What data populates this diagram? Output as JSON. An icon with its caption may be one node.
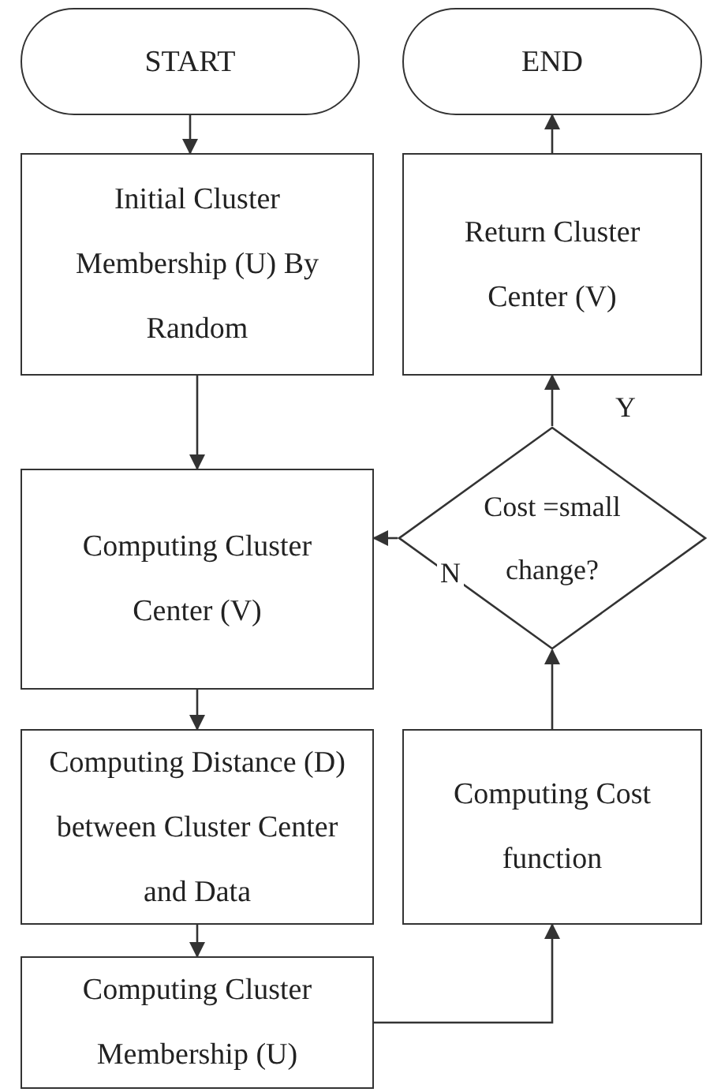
{
  "diagram": {
    "nodes": [
      {
        "text": [
          "START"
        ]
      },
      {
        "text": [
          "Initial Cluster Membership (U) By Random"
        ]
      },
      {
        "text": [
          "Computing Cluster Center (V)"
        ]
      },
      {
        "text": [
          "Computing Distance (D) between Cluster Center and Data"
        ]
      },
      {
        "text": [
          "Computing Cluster Membership (U)"
        ]
      },
      {
        "text": [
          "Computing Cost function"
        ]
      },
      {
        "text": [
          "Cost =small change?"
        ]
      },
      {
        "text": [
          "Return Cluster Center (V)"
        ]
      },
      {
        "text": [
          "END"
        ]
      }
    ],
    "edges": [
      {
        "from": 0,
        "to": 1,
        "arrow": "to"
      },
      {
        "from": 1,
        "to": 2,
        "arrow": "to"
      },
      {
        "from": 2,
        "to": 3,
        "arrow": "to"
      },
      {
        "from": 3,
        "to": 4,
        "arrow": "to"
      },
      {
        "from": 4,
        "to": 5,
        "arrow": "to"
      },
      {
        "from": 5,
        "to": 6,
        "arrow": "to"
      },
      {
        "from": 6,
        "to": 7,
        "arrow": "to",
        "label": "Y"
      },
      {
        "from": 6,
        "to": 2,
        "arrow": "to",
        "label": "N"
      },
      {
        "from": 7,
        "to": 8,
        "arrow": "to"
      }
    ]
  }
}
